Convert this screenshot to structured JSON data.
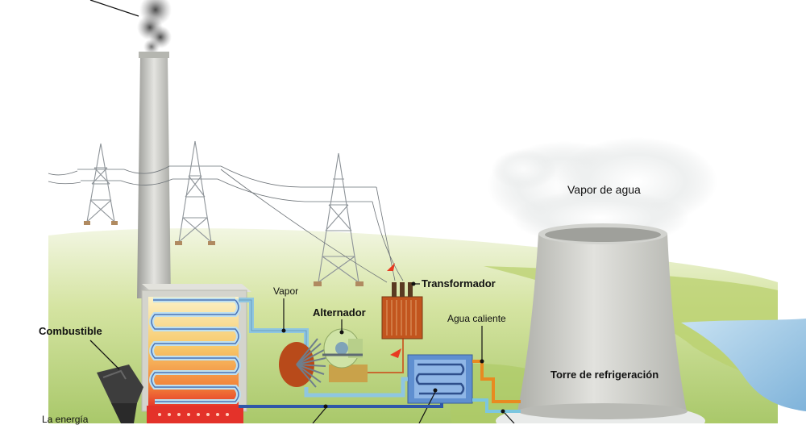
{
  "labels": {
    "vapor_de_agua": "Vapor de agua",
    "transformador": "Transformador",
    "vapor": "Vapor",
    "alternador": "Alternador",
    "agua_caliente": "Agua caliente",
    "combustible": "Combustible",
    "torre_de_refrigeracion": "Torre de refrigeración",
    "la_energia": "La energía"
  },
  "colors": {
    "ground": "#c9dc8a",
    "river": "#8fc0e0",
    "concrete": "#c8c9c4",
    "steam_pipe": "#8fc6e0",
    "return_pipe": "#2f57a8",
    "hot_pipe": "#e88a20",
    "transformer": "#c2551e",
    "flame": "#e83a20"
  }
}
